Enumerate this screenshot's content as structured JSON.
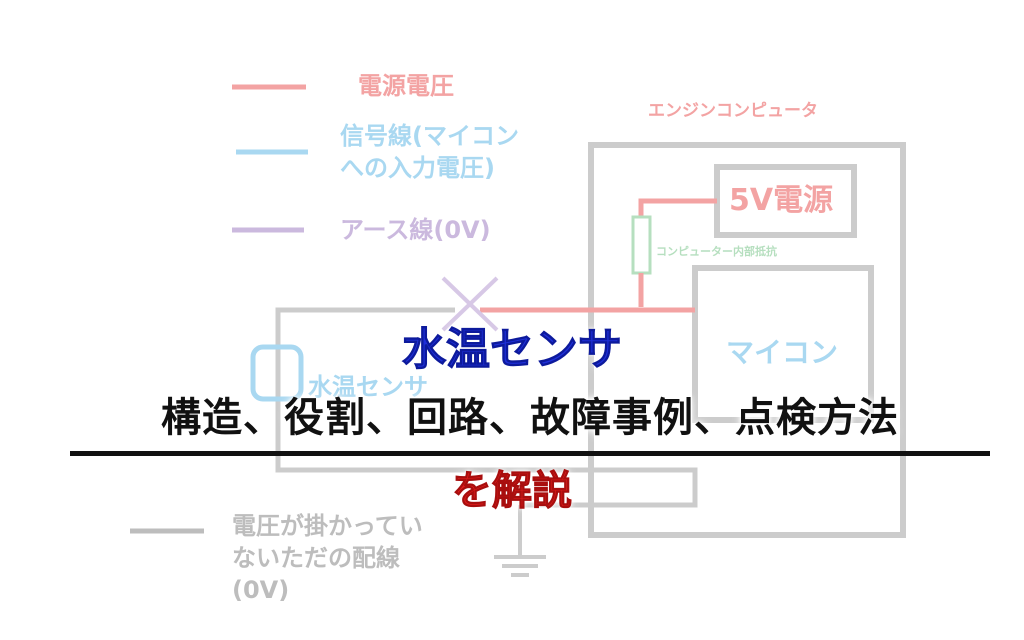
{
  "legend": [
    {
      "label_lines": [
        "電源電圧"
      ],
      "color": "#f3a3a3"
    },
    {
      "label_lines": [
        "信号線(マイコン",
        "への入力電圧)"
      ],
      "color": "#a9d8f1"
    },
    {
      "label_lines": [
        "アース線(0V)"
      ],
      "color": "#cbb9de"
    },
    {
      "label_lines": [
        "電圧が掛かってい",
        "ないただの配線",
        "(0V)"
      ],
      "color": "#bdbdbd"
    }
  ],
  "diagram": {
    "engine_computer_label": "エンジンコンピュータ",
    "power_supply_label": "5V電源",
    "internal_resistor_label": "コンピューター内部抵抗",
    "microcomputer_label": "マイコン",
    "sensor_label": "水温センサ",
    "colors": {
      "power": "#f3a3a3",
      "signal": "#a9d8f1",
      "earth": "#cbb9de",
      "plain": "#bdbdbd",
      "resistor": "#b6dfbf"
    }
  },
  "title": {
    "line1": "水温センサ",
    "line2": "構造、役割、回路、故障事例、点検方法",
    "line3": "を解説",
    "colors": {
      "line1": "#1f2fd8",
      "line2": "#111111",
      "line3": "#e21c1c"
    }
  }
}
